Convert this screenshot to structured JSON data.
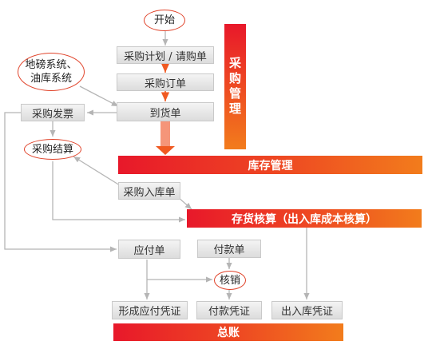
{
  "flow": {
    "start": "开始",
    "plan": "采购计划 / 请购单",
    "order": "采购订单",
    "arrival": "到货单",
    "external": "地磅系统、\n油库系统",
    "invoice": "采购发票",
    "settle": "采购结算",
    "receipt": "采购入库单",
    "payable": "应付单",
    "payment": "付款单",
    "writeoff": "核销",
    "payable_voucher": "形成应付凭证",
    "payment_voucher": "付款凭证",
    "inout_voucher": "出入库凭证"
  },
  "bars": {
    "purchase_mgmt": "采购管理",
    "inventory_mgmt": "库存管理",
    "cost_accounting": "存货核算（出入库成本核算）",
    "ledger": "总账"
  },
  "colors": {
    "accent_red": "#e8182a",
    "accent_orange": "#f27c1c",
    "oval_border": "#e0432a",
    "box_fill": "#e6e6e6",
    "connector": "#b5b5b5"
  }
}
